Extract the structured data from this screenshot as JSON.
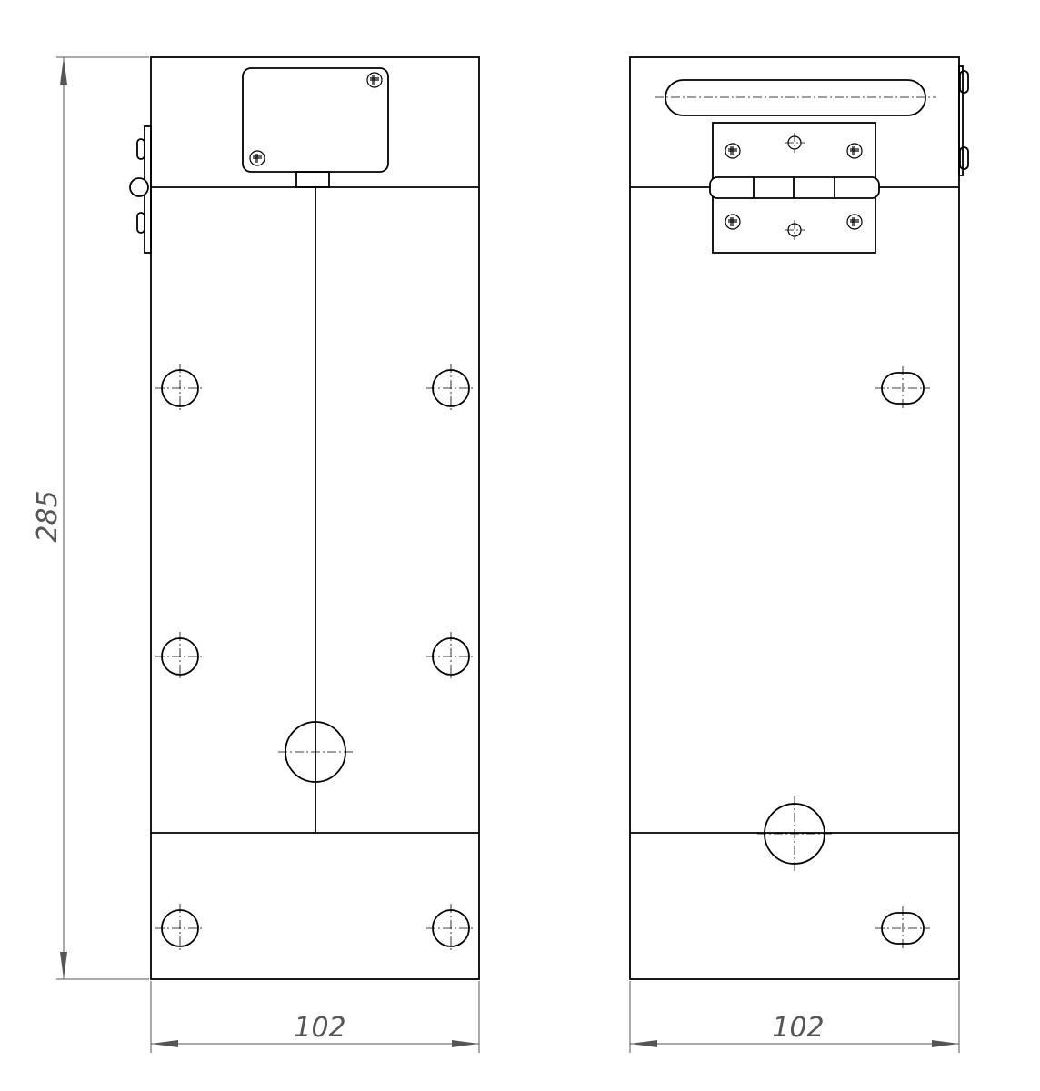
{
  "dimensions": {
    "height_label": "285",
    "width_label_left": "102",
    "width_label_right": "102"
  }
}
